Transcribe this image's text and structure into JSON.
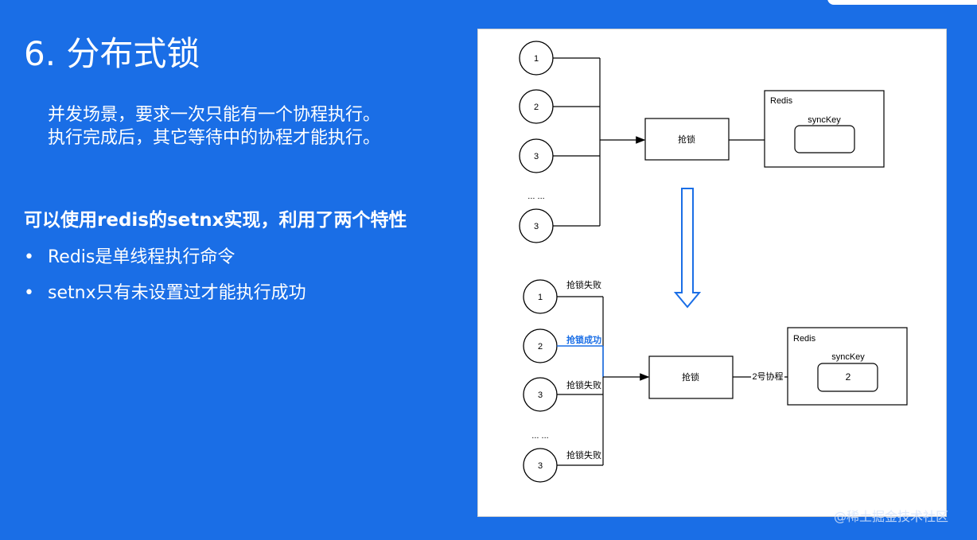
{
  "slide": {
    "title": "6. 分布式锁",
    "intro_lines": [
      "并发场景，要求一次只能有一个协程执行。",
      "执行完成后，其它等待中的协程才能执行。"
    ],
    "subheading": "可以使用redis的setnx实现，利用了两个特性",
    "bullets": [
      "Redis是单线程执行命令",
      "setnx只有未设置过才能执行成功"
    ]
  },
  "diagram": {
    "before": {
      "nodes": [
        "1",
        "2",
        "3",
        "3"
      ],
      "ellipsis": "... ...",
      "lock_label": "抢锁",
      "redis_label": "Redis",
      "key_label": "syncKey"
    },
    "after": {
      "nodes": [
        "1",
        "2",
        "3",
        "3"
      ],
      "node_labels": [
        "抢锁失败",
        "抢锁成功",
        "抢锁失败",
        "抢锁失败"
      ],
      "ellipsis": "... ...",
      "lock_label": "抢锁",
      "arrow_label": "2号协程",
      "redis_label": "Redis",
      "key_label": "syncKey",
      "key_value": "2"
    }
  },
  "watermark": "@稀土掘金技术社区",
  "colors": {
    "background": "#1a6ee6",
    "success_label": "#1a6ee6",
    "diagram_stroke": "#000000"
  }
}
